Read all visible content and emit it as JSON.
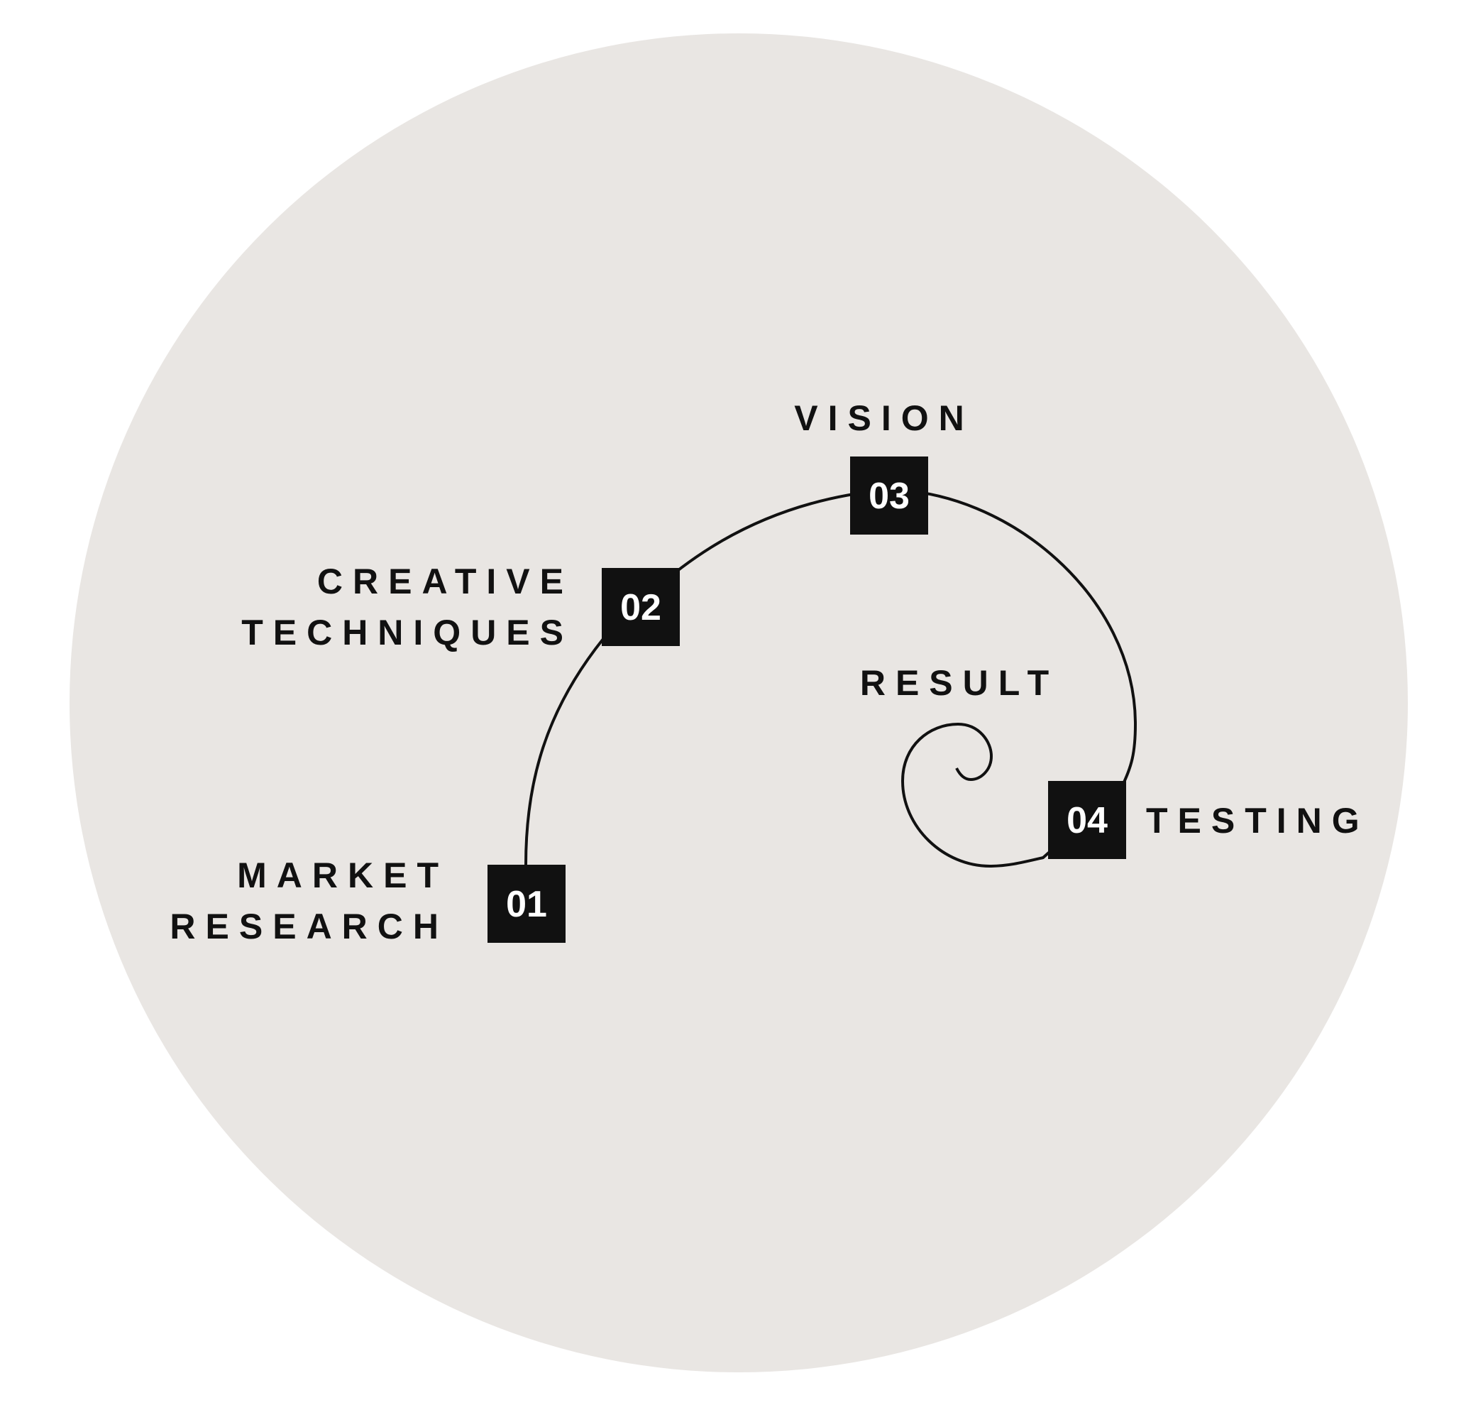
{
  "colors": {
    "background_circle": "#E9E6E3",
    "page": "#FFFFFF",
    "ink": "#111111",
    "box_text": "#FFFFFF"
  },
  "steps": [
    {
      "number": "01",
      "label_lines": [
        "MARKET",
        "RESEARCH"
      ]
    },
    {
      "number": "02",
      "label_lines": [
        "CREATIVE",
        "TECHNIQUES"
      ]
    },
    {
      "number": "03",
      "label_lines": [
        "VISION"
      ]
    },
    {
      "number": "04",
      "label_lines": [
        "TESTING"
      ]
    }
  ],
  "result_label": "RESULT"
}
